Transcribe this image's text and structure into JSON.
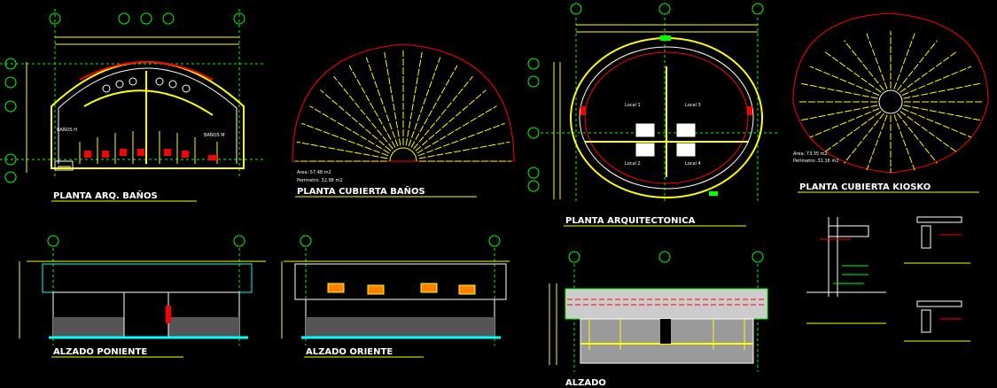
{
  "drawing": {
    "colors": {
      "background": "#000000",
      "grid": "#00ff00",
      "wall": "#ffff00",
      "line": "#ffffff",
      "accent": "#ff0000",
      "cyan": "#00ffff",
      "magenta": "#ff00ff"
    },
    "titles": {
      "planta_banos": "PLANTA ARQ. BAÑOS",
      "planta_cubierta_banos": "PLANTA CUBIERTA BAÑOS",
      "planta_arquitectonica": "PLANTA ARQUITECTONICA",
      "planta_cubierta_kiosko": "PLANTA CUBIERTA KIOSKO",
      "alzado_poniente": "ALZADO PONIENTE",
      "alzado_oriente": "ALZADO ORIENTE",
      "alzado": "ALZADO"
    },
    "room_labels": {
      "banos_h": "BAÑOS H",
      "banos_m": "BAÑOS M",
      "local_1": "Local 1",
      "local_2": "Local 2",
      "local_3": "Local 3",
      "local_4": "Local 4"
    },
    "areas": {
      "banos_area": "Area: 57.48 m2",
      "banos_perimetro": "Perimetro: 32.98 m2",
      "kiosko_area": "Area: 73.35 m2",
      "kiosko_perimetro": "Perimetro: 31.16 m2"
    }
  }
}
